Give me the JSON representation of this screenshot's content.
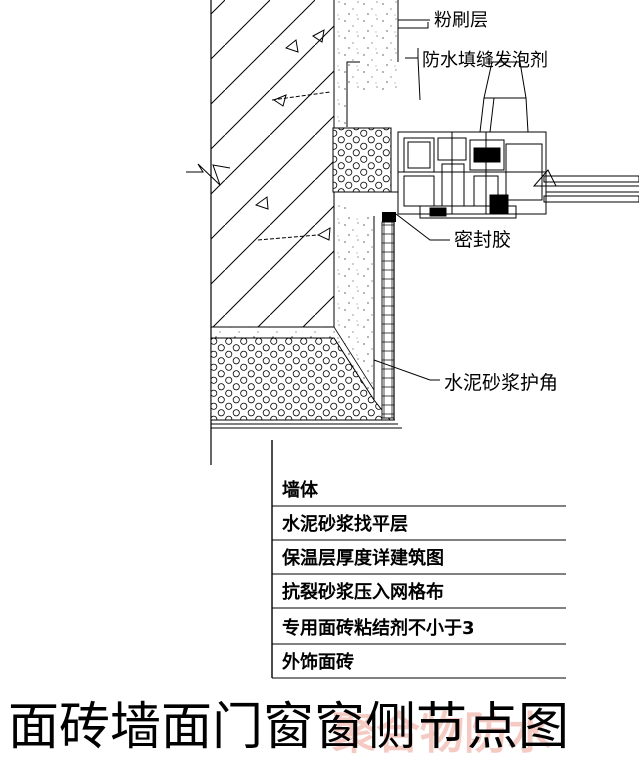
{
  "callouts": {
    "plaster": "粉刷层",
    "foam": "防水填缝发泡剂",
    "sealant": "密封胶",
    "mortar_corner": "水泥砂浆护角"
  },
  "layers": [
    "墙体",
    "水泥砂浆找平层",
    "保温层厚度详建筑图",
    "抗裂砂浆压入网格布",
    "专用面砖粘结剂不小于3",
    "外饰面砖"
  ],
  "title": "面砖墙面门窗窗侧节点图",
  "watermark": {
    "text": "聚合物防水",
    "color": "#f2b9b0"
  }
}
